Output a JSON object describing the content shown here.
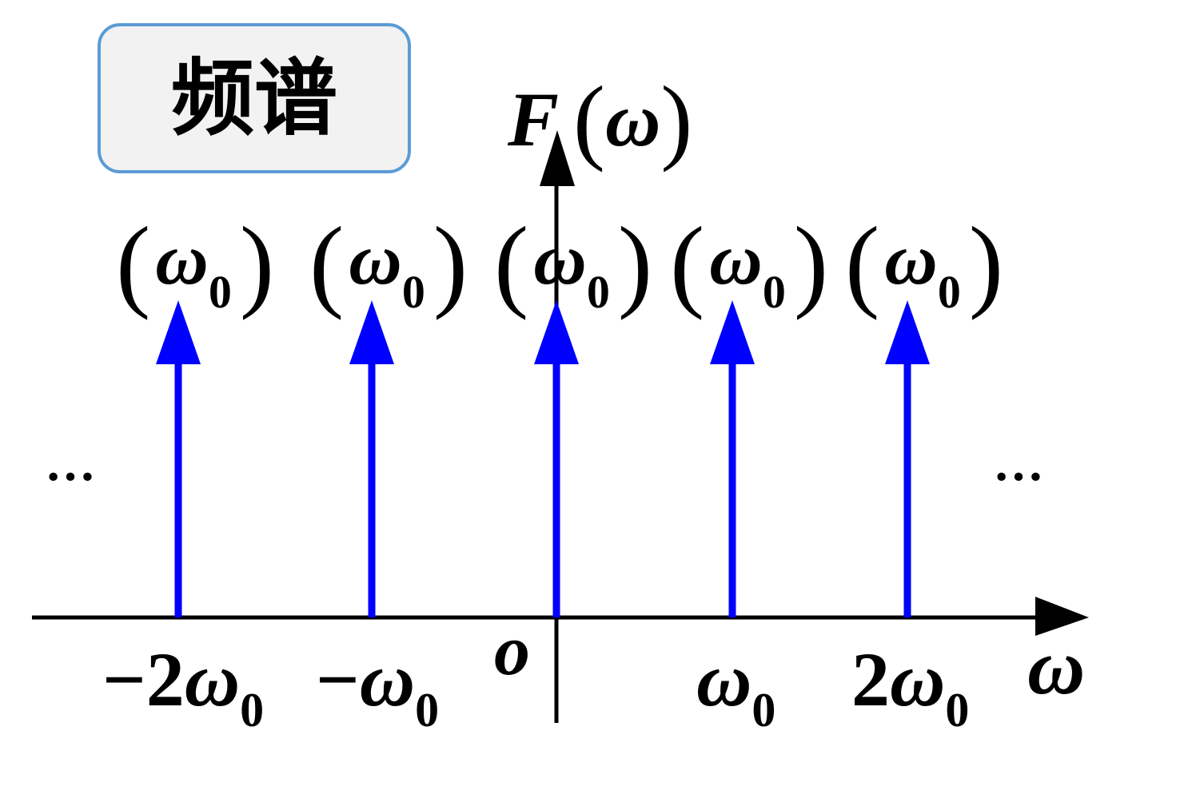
{
  "title": "频谱",
  "y_axis_label": {
    "func": "F",
    "var": "ω"
  },
  "x_axis_label": "ω",
  "origin_label": "o",
  "ellipsis_left": "···",
  "ellipsis_right": "···",
  "impulse_color": "#0000ff",
  "axis_color": "#000000",
  "title_border_color": "#5b9bd5",
  "impulses": [
    {
      "position": -2,
      "tick_sign": "−",
      "tick_coef": "2",
      "tick_var": "ω",
      "tick_sub": "0",
      "amp_var": "ω",
      "amp_sub": "0"
    },
    {
      "position": -1,
      "tick_sign": "−",
      "tick_coef": "",
      "tick_var": "ω",
      "tick_sub": "0",
      "amp_var": "ω",
      "amp_sub": "0"
    },
    {
      "position": 0,
      "tick_sign": "",
      "tick_coef": "",
      "tick_var": "",
      "tick_sub": "",
      "amp_var": "ω",
      "amp_sub": "0"
    },
    {
      "position": 1,
      "tick_sign": "",
      "tick_coef": "",
      "tick_var": "ω",
      "tick_sub": "0",
      "amp_var": "ω",
      "amp_sub": "0"
    },
    {
      "position": 2,
      "tick_sign": "",
      "tick_coef": "2",
      "tick_var": "ω",
      "tick_sub": "0",
      "amp_var": "ω",
      "amp_sub": "0"
    }
  ]
}
